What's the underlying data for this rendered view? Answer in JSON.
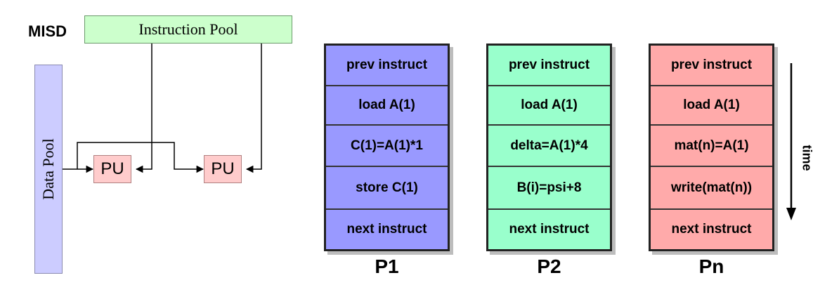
{
  "heading": "MISD",
  "instruction_pool": "Instruction Pool",
  "data_pool": "Data Pool",
  "processing_units": [
    "PU",
    "PU"
  ],
  "time_label": "time",
  "processors": [
    {
      "name": "P1",
      "color": "#9999ff",
      "steps": [
        "prev instruct",
        "load A(1)",
        "C(1)=A(1)*1",
        "store C(1)",
        "next instruct"
      ]
    },
    {
      "name": "P2",
      "color": "#99ffcc",
      "steps": [
        "prev instruct",
        "load A(1)",
        "delta=A(1)*4",
        "B(i)=psi+8",
        "next instruct"
      ]
    },
    {
      "name": "Pn",
      "color": "#ffaaaa",
      "steps": [
        "prev instruct",
        "load A(1)",
        "mat(n)=A(1)",
        "write(mat(n))",
        "next instruct"
      ]
    }
  ]
}
